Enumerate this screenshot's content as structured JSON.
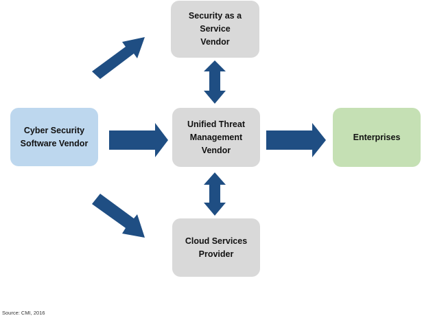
{
  "diagram": {
    "nodes": {
      "top": {
        "label": "Security as a\nService\nVendor",
        "fill": "#d9d9d9"
      },
      "left": {
        "label": "Cyber Security\nSoftware Vendor",
        "fill": "#bdd7ee"
      },
      "center": {
        "label": "Unified Threat\nManagement\nVendor",
        "fill": "#d9d9d9"
      },
      "right": {
        "label": "Enterprises",
        "fill": "#c5e0b4"
      },
      "bottom": {
        "label": "Cloud Services\nProvider",
        "fill": "#d9d9d9"
      }
    },
    "edges": [
      {
        "from": "Cyber Security Software Vendor",
        "to": "Security as a Service Vendor",
        "type": "one-way"
      },
      {
        "from": "Cyber Security Software Vendor",
        "to": "Unified Threat Management Vendor",
        "type": "one-way"
      },
      {
        "from": "Cyber Security Software Vendor",
        "to": "Cloud Services Provider",
        "type": "one-way"
      },
      {
        "from": "Security as a Service Vendor",
        "to": "Unified Threat Management Vendor",
        "type": "two-way"
      },
      {
        "from": "Cloud Services Provider",
        "to": "Unified Threat Management Vendor",
        "type": "two-way"
      },
      {
        "from": "Unified Threat Management Vendor",
        "to": "Enterprises",
        "type": "one-way"
      }
    ],
    "arrow_color": "#1f4e83"
  },
  "footer": {
    "source": "Source: CMI, 2016"
  }
}
